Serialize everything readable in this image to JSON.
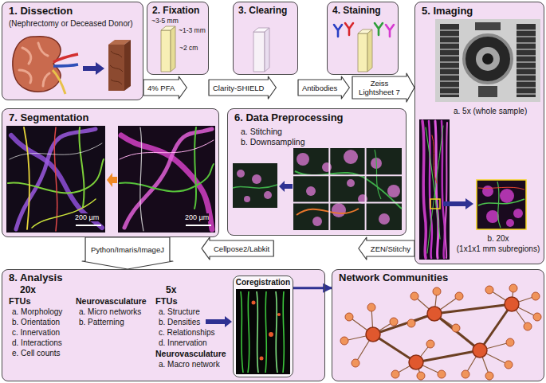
{
  "diagram": {
    "nodes": [
      {
        "text": [
          "1. Dissection",
          "(Nephrectomy or Deceased Donor)"
        ]
      },
      {
        "text": [
          "2. Fixation"
        ]
      },
      {
        "text": [
          "3. Clearing"
        ]
      },
      {
        "text": [
          "4. Staining"
        ]
      },
      {
        "text": [
          "5. Imaging",
          "a. 5x (whole sample)",
          "b. 20x",
          "(1x1x1 mm subregions)"
        ]
      },
      {
        "text": [
          "7. Segmentation"
        ]
      },
      {
        "text": [
          "6. Data Preprocessing",
          "a. Stitching",
          "b. Downsampling"
        ]
      },
      {
        "text": [
          "8. Analysis",
          "20x",
          "FTUs",
          "a. Morphology",
          "b. Orientation",
          "c. Innervation",
          "d. Interactions",
          "e. Cell counts",
          "Neurovasculature",
          "a. Micro networks",
          "b. Patterning",
          "5x",
          "FTUs",
          "a. Structure",
          "b. Densities",
          "c. Relationships",
          "d. Innervation",
          "Neurovasculature",
          "a. Macro network"
        ]
      },
      {
        "text": [
          "Coregistration"
        ],
        "in": 7
      },
      {
        "text": [
          "Network Communities"
        ]
      }
    ],
    "edges": [
      {
        "from": 0,
        "to": 1,
        "arrow": "to",
        "label": "4% PFA"
      },
      {
        "from": 1,
        "to": 2,
        "arrow": "to",
        "label": "Clarity-SHIELD"
      },
      {
        "from": 2,
        "to": 3,
        "arrow": "to",
        "label": "Antibodies"
      },
      {
        "from": 3,
        "to": 4,
        "arrow": "to",
        "label": "Zeiss Lightsheet 7"
      },
      {
        "from": 4,
        "to": 6,
        "arrow": "to",
        "label": "ZEN/Stitchy"
      },
      {
        "from": 6,
        "to": 5,
        "arrow": "to",
        "label": "Cellpose2/Labkit"
      },
      {
        "from": 5,
        "to": 7,
        "arrow": "to",
        "label": "Python/Imaris/ImageJ"
      },
      {
        "from": 8,
        "to": 9,
        "arrow": "to"
      }
    ],
    "labels": [
      "~3-5 mm",
      "~1-3 mm",
      "~2 cm",
      "200 µm",
      "200 µm"
    ]
  }
}
